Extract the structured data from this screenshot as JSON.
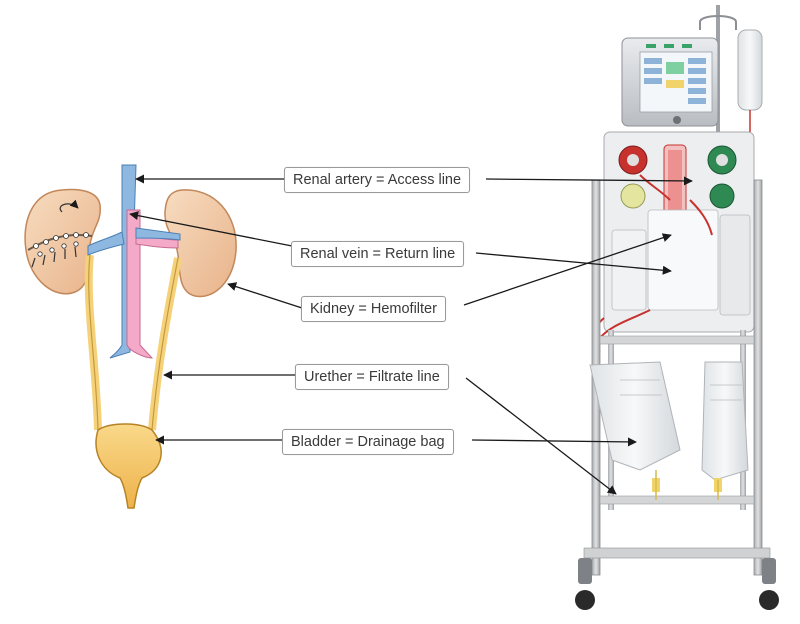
{
  "labels": {
    "access": "Renal artery = Access line",
    "return": "Renal vein = Return line",
    "kidney": "Kidney = Hemofilter",
    "filtrate": "Urether = Filtrate line",
    "drainage": "Bladder = Drainage bag"
  },
  "colors": {
    "artery": "#8fb8e0",
    "vein": "#f4a9c8",
    "kidney": "#f2c9a6",
    "ureter": "#f5d27a",
    "bladder": "#f5c66a",
    "machine_frame": "#c8c9cb",
    "pump_red": "#c8322e",
    "pump_green": "#2e8a52",
    "arrow": "#1a1a1a"
  },
  "icons": [
    "kidney-icon",
    "bladder-icon",
    "crrt-machine-icon",
    "fluid-bag-icon"
  ]
}
